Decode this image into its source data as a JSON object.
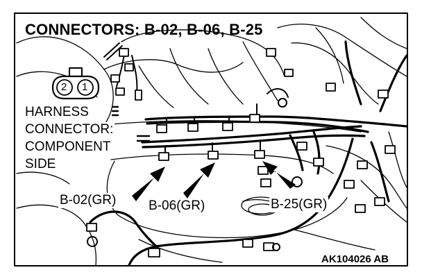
{
  "title": "CONNECTORS: B-02, B-06, B-25",
  "harness_side": {
    "line1": "HARNESS",
    "line2": "CONNECTOR:",
    "line3": "COMPONENT",
    "line4": "SIDE"
  },
  "pins": [
    "2",
    "1"
  ],
  "connectors": [
    {
      "label": "B-02(GR)"
    },
    {
      "label": "B-06(GR)"
    },
    {
      "label": "B-25(GR)"
    }
  ],
  "figure_code": "AK104026 AB",
  "colors": {
    "ink": "#000000",
    "paper": "#ffffff"
  }
}
